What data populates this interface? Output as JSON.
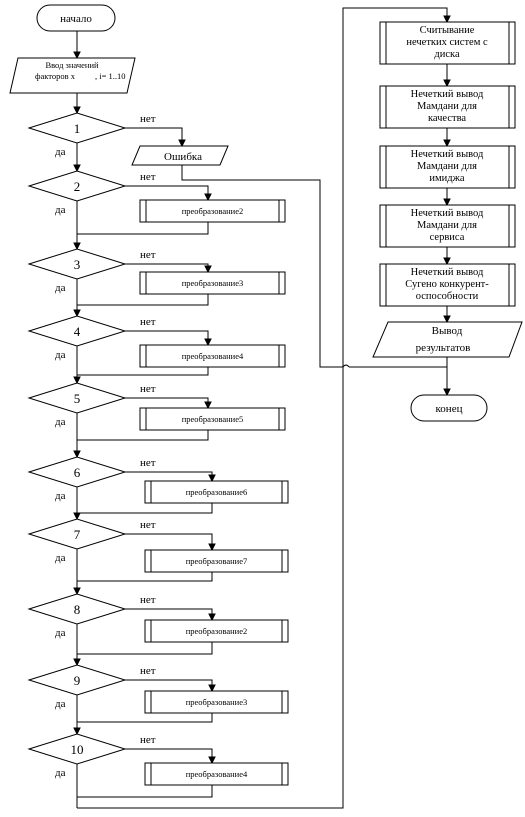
{
  "start": "начало",
  "input": {
    "line1": "Ввод значений",
    "line2": "факторов x",
    "line3": ", i= 1..10"
  },
  "error": "Ошибка",
  "yes": "да",
  "no": "нет",
  "decisions": [
    {
      "num": "1"
    },
    {
      "num": "2",
      "transform": "преобразование2"
    },
    {
      "num": "3",
      "transform": "преобразование3"
    },
    {
      "num": "4",
      "transform": "преобразование4"
    },
    {
      "num": "5",
      "transform": "преобразование5"
    },
    {
      "num": "6",
      "transform": "преобразование6"
    },
    {
      "num": "7",
      "transform": "преобразование7"
    },
    {
      "num": "8",
      "transform": "преобразование2"
    },
    {
      "num": "9",
      "transform": "преобразование3"
    },
    {
      "num": "10",
      "transform": "преобразование4"
    }
  ],
  "right_blocks": [
    {
      "lines": [
        "Считывание",
        "нечетких систем с",
        "диска"
      ]
    },
    {
      "lines": [
        "Нечеткий вывод",
        "Мамдани для",
        "качества"
      ]
    },
    {
      "lines": [
        "Нечеткий вывод",
        "Мамдани для",
        "имиджа"
      ]
    },
    {
      "lines": [
        "Нечеткий вывод",
        "Мамдани для",
        "сервиса"
      ]
    },
    {
      "lines": [
        "Нечеткий вывод",
        "Сугено конкурент-",
        "оспособности"
      ]
    }
  ],
  "output": {
    "line1": "Вывод",
    "line2": "результатов"
  },
  "end": "конец"
}
